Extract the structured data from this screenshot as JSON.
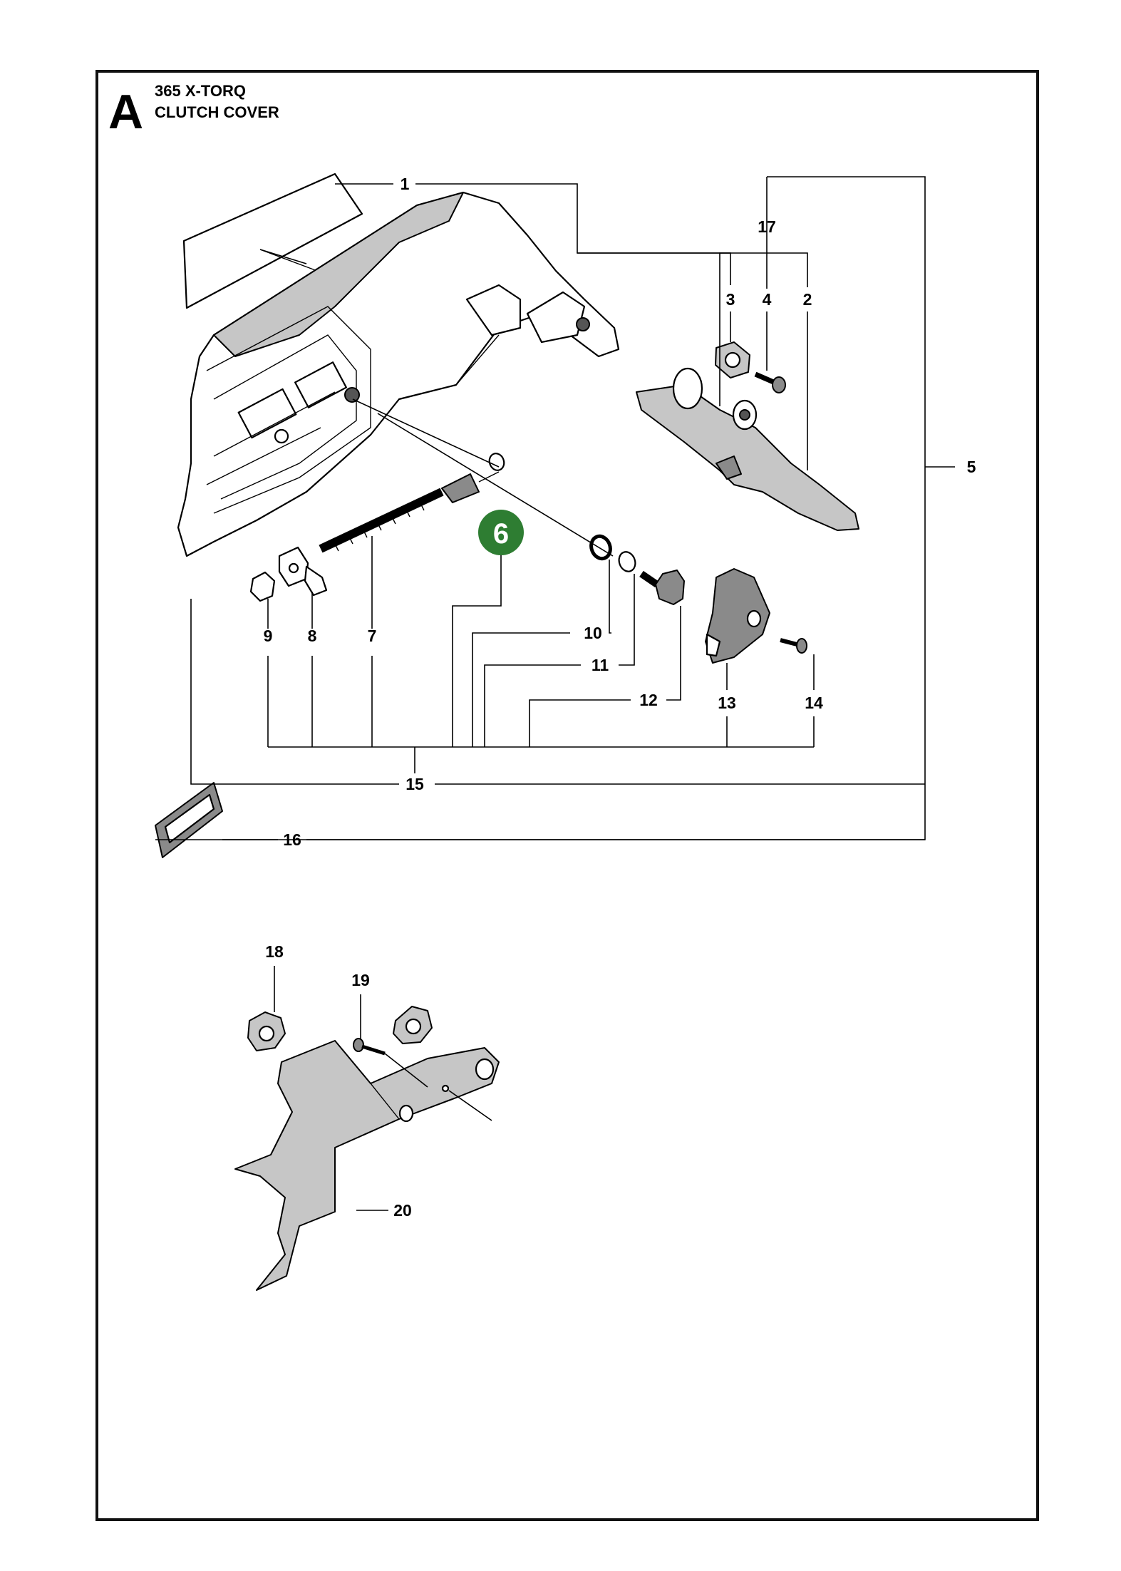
{
  "header": {
    "section_letter": "A",
    "model": "365 X-TORQ",
    "title": "CLUTCH COVER"
  },
  "highlight": {
    "number": "6",
    "color": "#2e7d32"
  },
  "callouts": {
    "c1": "1",
    "c2": "2",
    "c3": "3",
    "c4": "4",
    "c5": "5",
    "c7": "7",
    "c8": "8",
    "c9": "9",
    "c10": "10",
    "c11": "11",
    "c12": "12",
    "c13": "13",
    "c14": "14",
    "c15": "15",
    "c16": "16",
    "c17": "17",
    "c18": "18",
    "c19": "19",
    "c20": "20"
  }
}
